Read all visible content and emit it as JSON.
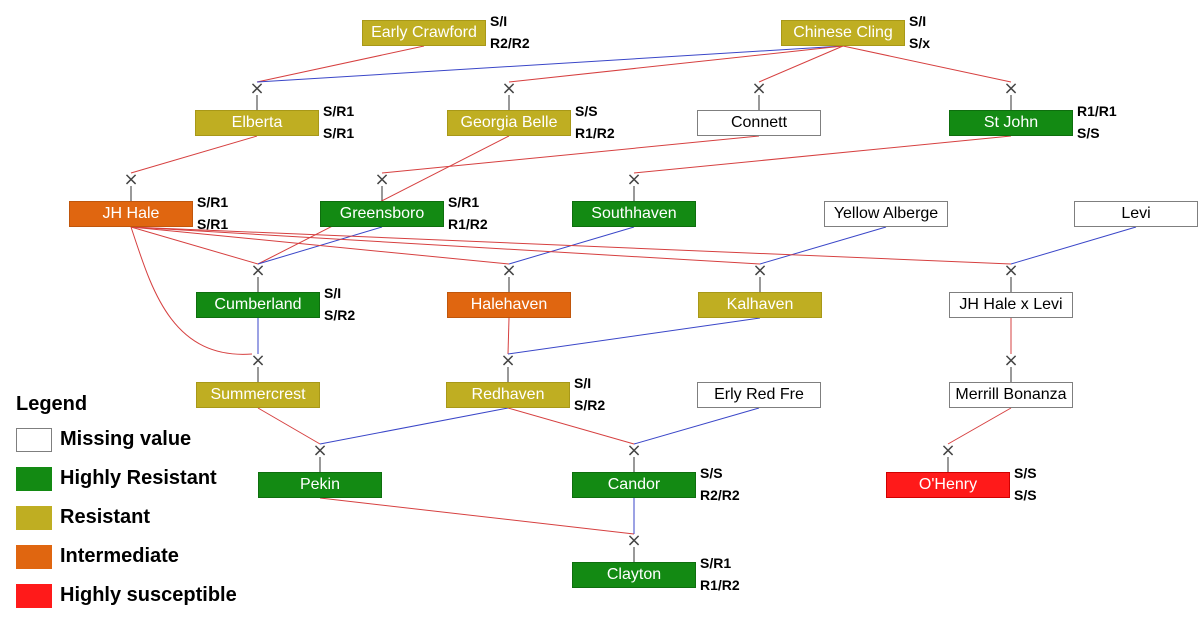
{
  "legend": {
    "title": "Legend",
    "items": [
      {
        "label": "Missing value",
        "category": "missing"
      },
      {
        "label": "Highly Resistant",
        "category": "highly-resistant"
      },
      {
        "label": "Resistant",
        "category": "resistant"
      },
      {
        "label": "Intermediate",
        "category": "intermediate"
      },
      {
        "label": "Highly susceptible",
        "category": "highly-susceptible"
      }
    ]
  },
  "colors": {
    "highly_resistant": "#138a13",
    "resistant": "#bfae22",
    "intermediate": "#e06610",
    "highly_susceptible": "#ff1a1a",
    "missing": "#ffffff",
    "edge_red": "#d64040",
    "edge_blue": "#3a46c8"
  },
  "cross_symbol": "×",
  "nodes": {
    "early_crawford": {
      "label": "Early Crawford",
      "category": "resistant",
      "genotype": [
        "S/I",
        "R2/R2"
      ]
    },
    "chinese_cling": {
      "label": "Chinese Cling",
      "category": "resistant",
      "genotype": [
        "S/I",
        "S/x"
      ]
    },
    "elberta": {
      "label": "Elberta",
      "category": "resistant",
      "genotype": [
        "S/R1",
        "S/R1"
      ]
    },
    "georgia_belle": {
      "label": "Georgia Belle",
      "category": "resistant",
      "genotype": [
        "S/S",
        "R1/R2"
      ]
    },
    "connett": {
      "label": "Connett",
      "category": "missing",
      "genotype": []
    },
    "st_john": {
      "label": "St John",
      "category": "highly-resistant",
      "genotype": [
        "R1/R1",
        "S/S"
      ]
    },
    "jh_hale": {
      "label": "JH Hale",
      "category": "intermediate",
      "genotype": [
        "S/R1",
        "S/R1"
      ]
    },
    "greensboro": {
      "label": "Greensboro",
      "category": "highly-resistant",
      "genotype": [
        "S/R1",
        "R1/R2"
      ]
    },
    "southhaven": {
      "label": "Southhaven",
      "category": "highly-resistant",
      "genotype": []
    },
    "yellow_alberge": {
      "label": "Yellow Alberge",
      "category": "missing",
      "genotype": []
    },
    "levi": {
      "label": "Levi",
      "category": "missing",
      "genotype": []
    },
    "cumberland": {
      "label": "Cumberland",
      "category": "highly-resistant",
      "genotype": [
        "S/I",
        "S/R2"
      ]
    },
    "halehaven": {
      "label": "Halehaven",
      "category": "intermediate",
      "genotype": []
    },
    "kalhaven": {
      "label": "Kalhaven",
      "category": "resistant",
      "genotype": []
    },
    "jh_hale_x_levi": {
      "label": "JH Hale x Levi",
      "category": "missing",
      "genotype": []
    },
    "summercrest": {
      "label": "Summercrest",
      "category": "resistant",
      "genotype": []
    },
    "redhaven": {
      "label": "Redhaven",
      "category": "resistant",
      "genotype": [
        "S/I",
        "S/R2"
      ]
    },
    "erly_red_fre": {
      "label": "Erly Red Fre",
      "category": "missing",
      "genotype": []
    },
    "merrill_bonanza": {
      "label": "Merrill Bonanza",
      "category": "missing",
      "genotype": []
    },
    "pekin": {
      "label": "Pekin",
      "category": "highly-resistant",
      "genotype": []
    },
    "candor": {
      "label": "Candor",
      "category": "highly-resistant",
      "genotype": [
        "S/S",
        "R2/R2"
      ]
    },
    "ohenry": {
      "label": "O'Henry",
      "category": "highly-susceptible",
      "genotype": [
        "S/S",
        "S/S"
      ]
    },
    "clayton": {
      "label": "Clayton",
      "category": "highly-resistant",
      "genotype": [
        "S/R1",
        "R1/R2"
      ]
    }
  },
  "crosses": [
    {
      "id": "x_elberta",
      "parents": [
        {
          "node": "early_crawford",
          "edge": "red"
        },
        {
          "node": "chinese_cling",
          "edge": "blue"
        }
      ],
      "child": "elberta"
    },
    {
      "id": "x_georgia_belle",
      "parents": [
        {
          "node": "chinese_cling",
          "edge": "red"
        }
      ],
      "child": "georgia_belle"
    },
    {
      "id": "x_connett",
      "parents": [
        {
          "node": "chinese_cling",
          "edge": "red"
        }
      ],
      "child": "connett"
    },
    {
      "id": "x_st_john",
      "parents": [
        {
          "node": "chinese_cling",
          "edge": "red"
        }
      ],
      "child": "st_john"
    },
    {
      "id": "x_jh_hale",
      "parents": [
        {
          "node": "elberta",
          "edge": "red"
        }
      ],
      "child": "jh_hale"
    },
    {
      "id": "x_greensboro",
      "parents": [
        {
          "node": "connett",
          "edge": "red"
        }
      ],
      "child": "greensboro"
    },
    {
      "id": "x_southhaven",
      "parents": [
        {
          "node": "st_john",
          "edge": "red"
        }
      ],
      "child": "southhaven"
    },
    {
      "id": "x_cumberland",
      "parents": [
        {
          "node": "georgia_belle",
          "edge": "red"
        },
        {
          "node": "jh_hale",
          "edge": "red"
        },
        {
          "node": "greensboro",
          "edge": "blue"
        }
      ],
      "child": "cumberland"
    },
    {
      "id": "x_halehaven",
      "parents": [
        {
          "node": "jh_hale",
          "edge": "red"
        },
        {
          "node": "southhaven",
          "edge": "blue"
        }
      ],
      "child": "halehaven"
    },
    {
      "id": "x_kalhaven",
      "parents": [
        {
          "node": "jh_hale",
          "edge": "red"
        },
        {
          "node": "yellow_alberge",
          "edge": "blue"
        }
      ],
      "child": "kalhaven"
    },
    {
      "id": "x_jh_hale_x_levi",
      "parents": [
        {
          "node": "jh_hale",
          "edge": "red"
        },
        {
          "node": "levi",
          "edge": "blue"
        }
      ],
      "child": "jh_hale_x_levi"
    },
    {
      "id": "x_summercrest",
      "parents": [
        {
          "node": "jh_hale",
          "edge": "red"
        },
        {
          "node": "cumberland",
          "edge": "blue"
        }
      ],
      "child": "summercrest"
    },
    {
      "id": "x_redhaven",
      "parents": [
        {
          "node": "halehaven",
          "edge": "red"
        },
        {
          "node": "kalhaven",
          "edge": "blue"
        }
      ],
      "child": "redhaven"
    },
    {
      "id": "x_merrill_bonanza",
      "parents": [
        {
          "node": "jh_hale_x_levi",
          "edge": "red"
        }
      ],
      "child": "merrill_bonanza"
    },
    {
      "id": "x_pekin",
      "parents": [
        {
          "node": "summercrest",
          "edge": "red"
        },
        {
          "node": "redhaven",
          "edge": "blue"
        }
      ],
      "child": "pekin"
    },
    {
      "id": "x_candor",
      "parents": [
        {
          "node": "redhaven",
          "edge": "red"
        },
        {
          "node": "erly_red_fre",
          "edge": "blue"
        }
      ],
      "child": "candor"
    },
    {
      "id": "x_ohenry",
      "parents": [
        {
          "node": "merrill_bonanza",
          "edge": "red"
        }
      ],
      "child": "ohenry"
    },
    {
      "id": "x_clayton",
      "parents": [
        {
          "node": "pekin",
          "edge": "red"
        },
        {
          "node": "candor",
          "edge": "blue"
        }
      ],
      "child": "clayton"
    }
  ]
}
